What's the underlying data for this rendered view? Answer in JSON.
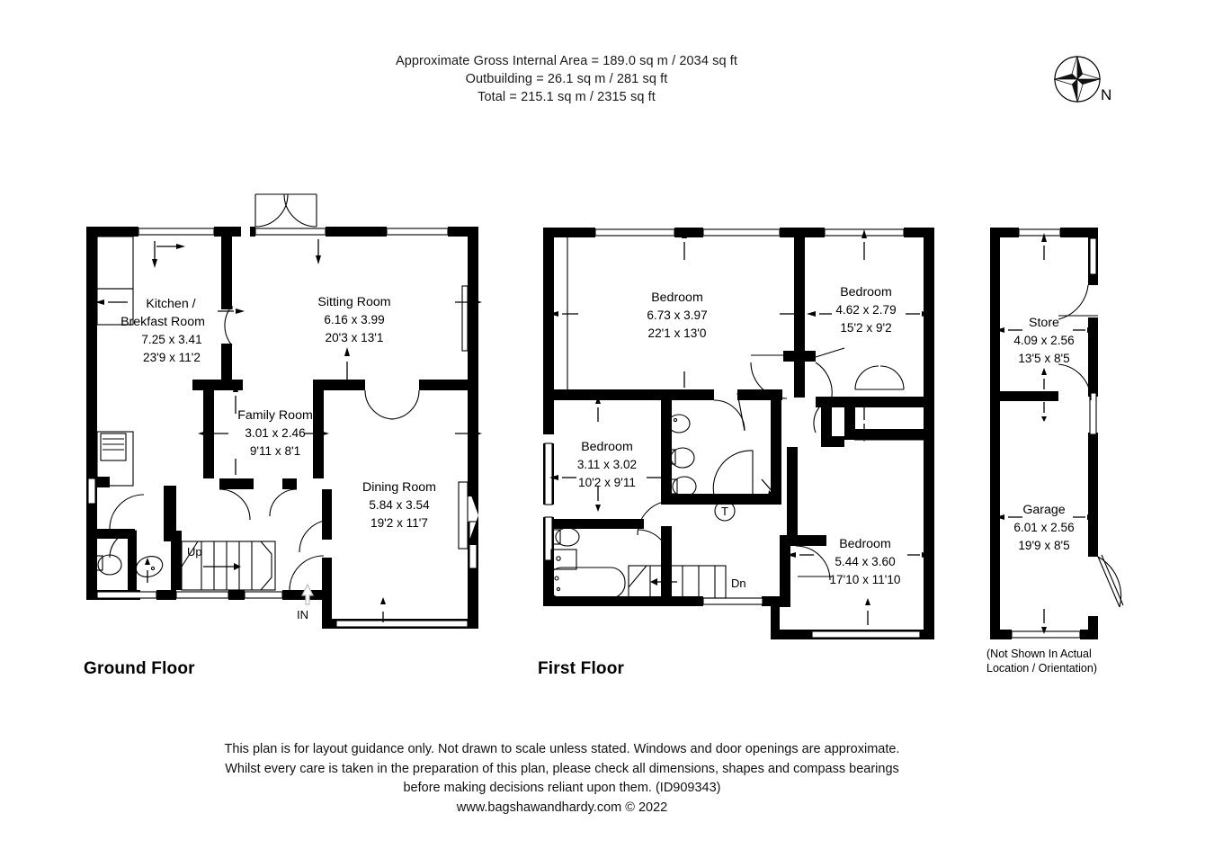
{
  "header": {
    "line1": "Approximate Gross Internal Area = 189.0 sq m / 2034 sq ft",
    "line2": "Outbuilding = 26.1 sq m / 281 sq ft",
    "line3": "Total = 215.1 sq m / 2315 sq ft"
  },
  "compass": {
    "north_label": "N",
    "icon": "compass-rose-icon"
  },
  "floors": {
    "ground": {
      "title": "Ground Floor",
      "rooms": [
        {
          "name": "Kitchen /",
          "name2": "Brekfast Room",
          "metric": "7.25 x 3.41",
          "imperial": "23'9 x 11'2"
        },
        {
          "name": "Sitting Room",
          "metric": "6.16 x 3.99",
          "imperial": "20'3 x 13'1"
        },
        {
          "name": "Family Room",
          "metric": "3.01 x 2.46",
          "imperial": "9'11 x 8'1"
        },
        {
          "name": "Dining Room",
          "metric": "5.84 x 3.54",
          "imperial": "19'2 x 11'7"
        }
      ],
      "markers": {
        "stairs_up": "Up",
        "entrance": "IN"
      }
    },
    "first": {
      "title": "First Floor",
      "rooms": [
        {
          "name": "Bedroom",
          "metric": "6.73 x 3.97",
          "imperial": "22'1 x 13'0"
        },
        {
          "name": "Bedroom",
          "metric": "4.62 x 2.79",
          "imperial": "15'2 x 9'2"
        },
        {
          "name": "Bedroom",
          "metric": "3.11 x 3.02",
          "imperial": "10'2 x 9'11"
        },
        {
          "name": "Bedroom",
          "metric": "5.44 x 3.60",
          "imperial": "17'10 x 11'10"
        }
      ],
      "markers": {
        "stairs_down": "Dn",
        "tank": "T"
      }
    },
    "outbuilding": {
      "note_line1": "(Not Shown In Actual",
      "note_line2": "Location / Orientation)",
      "rooms": [
        {
          "name": "Store",
          "metric": "4.09 x 2.56",
          "imperial": "13'5 x 8'5"
        },
        {
          "name": "Garage",
          "metric": "6.01 x 2.56",
          "imperial": "19'9 x 8'5"
        }
      ]
    }
  },
  "footer": {
    "line1": "This plan is for layout guidance only. Not drawn to scale unless stated. Windows and door openings are approximate.",
    "line2": "Whilst every care is taken in the preparation of this plan, please check all dimensions, shapes and compass bearings",
    "line3": "before making decisions reliant upon them. (ID909343)",
    "line4": "www.bagshawandhardy.com © 2022"
  },
  "colors": {
    "wall": "#000000",
    "background": "#ffffff",
    "text": "#000000"
  }
}
